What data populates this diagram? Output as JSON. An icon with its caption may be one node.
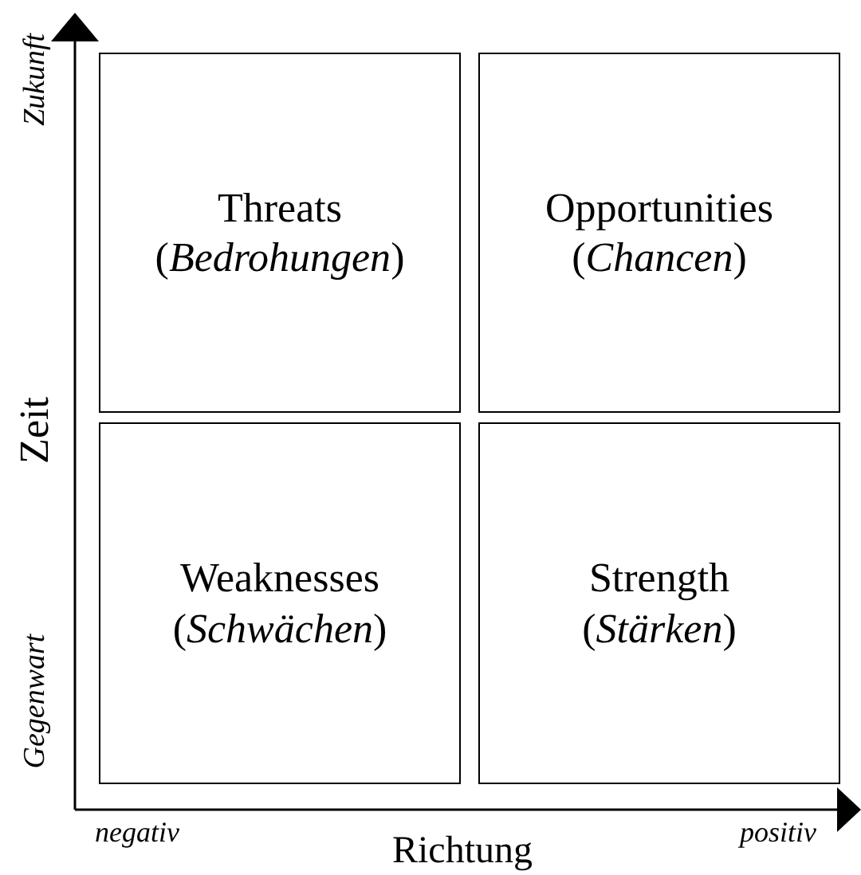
{
  "diagram": {
    "nodes": [
      {
        "text": [
          "Threats",
          "(*Bedrohungen*)"
        ]
      },
      {
        "text": [
          "Opportunities",
          "(*Chancen*)"
        ]
      },
      {
        "text": [
          "Weaknesses",
          "(*Schwächen*)"
        ]
      },
      {
        "text": [
          "Strength",
          "(*Stärken*)"
        ]
      }
    ],
    "edges": [],
    "labels": [
      "Zukunft",
      "Zeit",
      "Gegenwart",
      "negativ",
      "Richtung",
      "positiv"
    ]
  }
}
